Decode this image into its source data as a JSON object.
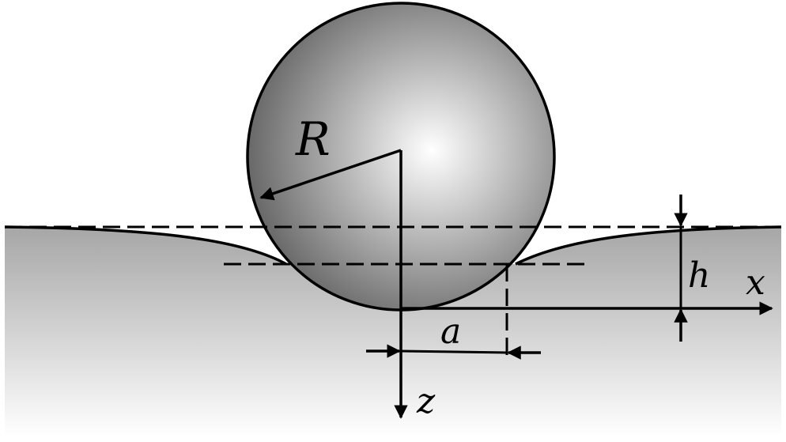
{
  "labels": {
    "radius": "R",
    "depth": "h",
    "contact_radius": "a",
    "x_axis": "x",
    "z_axis": "z"
  },
  "colors": {
    "outline": "#000000",
    "substrate_top": "#a6a6a6",
    "substrate_bottom": "#ffffff",
    "sphere_highlight": "#ffffff",
    "sphere_shadow": "#636363",
    "background": "#ffffff"
  }
}
